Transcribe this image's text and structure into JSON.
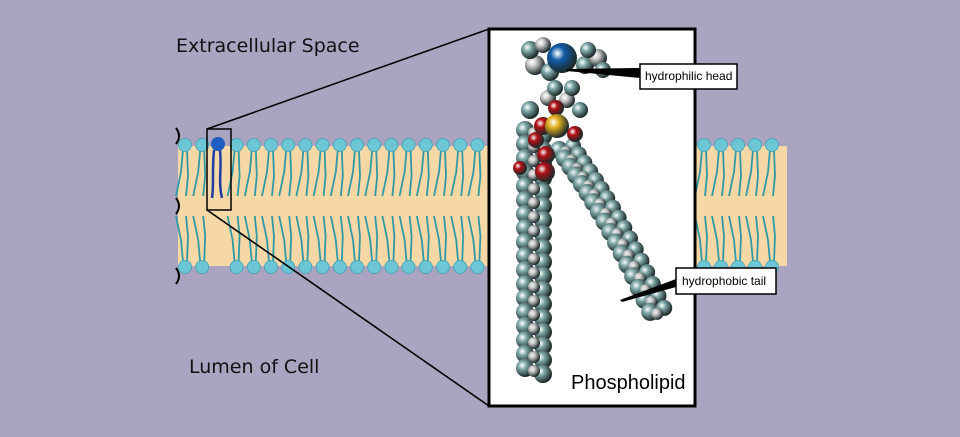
{
  "labels": {
    "extracellular": "Extracellular Space",
    "lumen": "Lumen of Cell",
    "title": "Phospholipid",
    "head": "hydrophilic head",
    "tail": "hydrophobic tail"
  },
  "colors": {
    "background": "#aba4c1",
    "membrane_core": "#f6d8a6",
    "lipid_head": "#6cc6d6",
    "lipid_tail": "#2f9aa6",
    "highlight": "#1f5fc0",
    "atom_carbon": "#7fa9a8",
    "atom_hydrogen": "#c9c9c9",
    "atom_oxygen": "#b30f14",
    "atom_phosphorus": "#e3b21f",
    "atom_nitrogen": "#0f5ca8"
  },
  "icons": {
    "membrane": "lipid-bilayer",
    "zoom": "magnifier-lines",
    "molecule": "phospholipid-space-filling-model"
  }
}
